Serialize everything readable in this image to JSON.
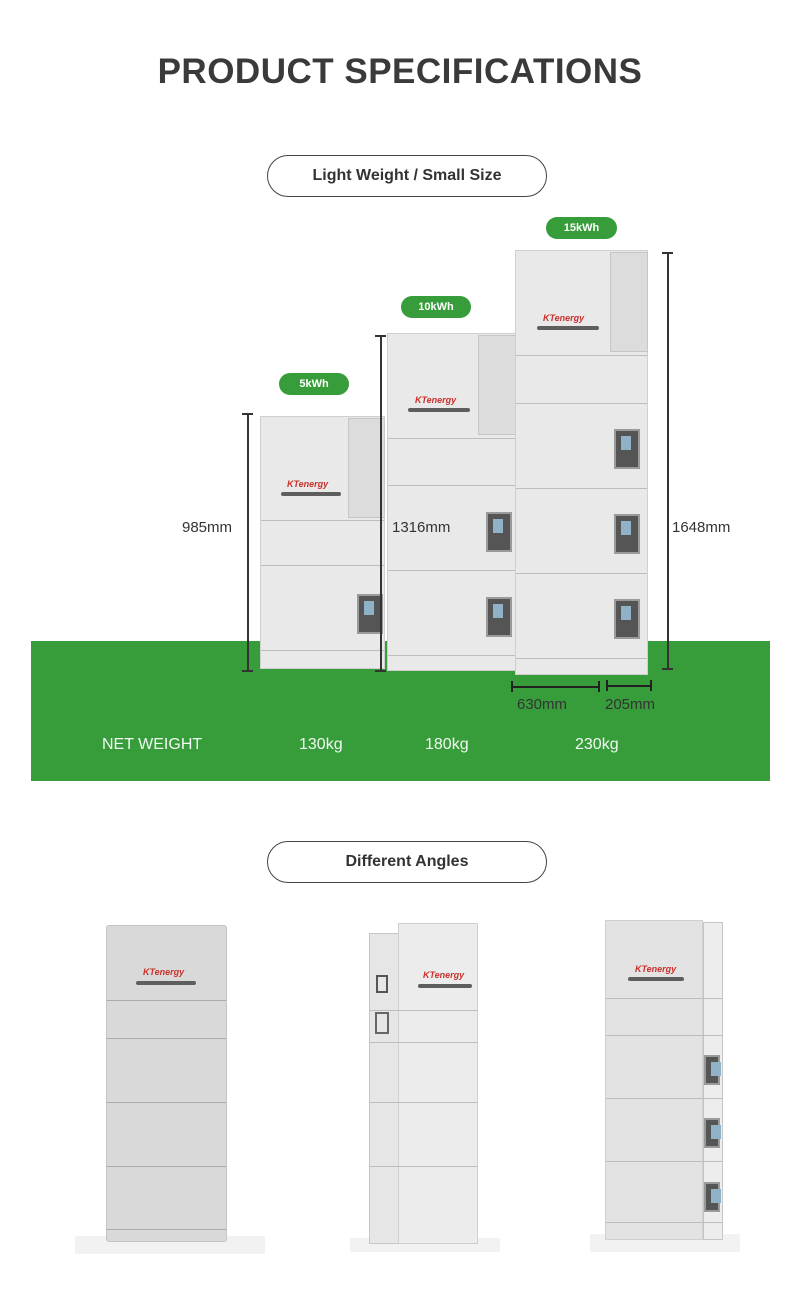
{
  "title": "PRODUCT SPECIFICATIONS",
  "section1": {
    "label": "Light Weight / Small Size"
  },
  "brand": "KTenergy",
  "models": [
    {
      "capacity": "5kWh",
      "height": "985mm",
      "weight": "130kg"
    },
    {
      "capacity": "10kWh",
      "height": "1316mm",
      "weight": "180kg"
    },
    {
      "capacity": "15kWh",
      "height": "1648mm",
      "weight": "230kg"
    }
  ],
  "dimensions": {
    "width": "630mm",
    "depth": "205mm"
  },
  "net_weight_label": "NET WEIGHT",
  "section2": {
    "label": "Different Angles"
  },
  "colors": {
    "accent_green": "#379d3a",
    "text_dark": "#3a3a3a"
  }
}
